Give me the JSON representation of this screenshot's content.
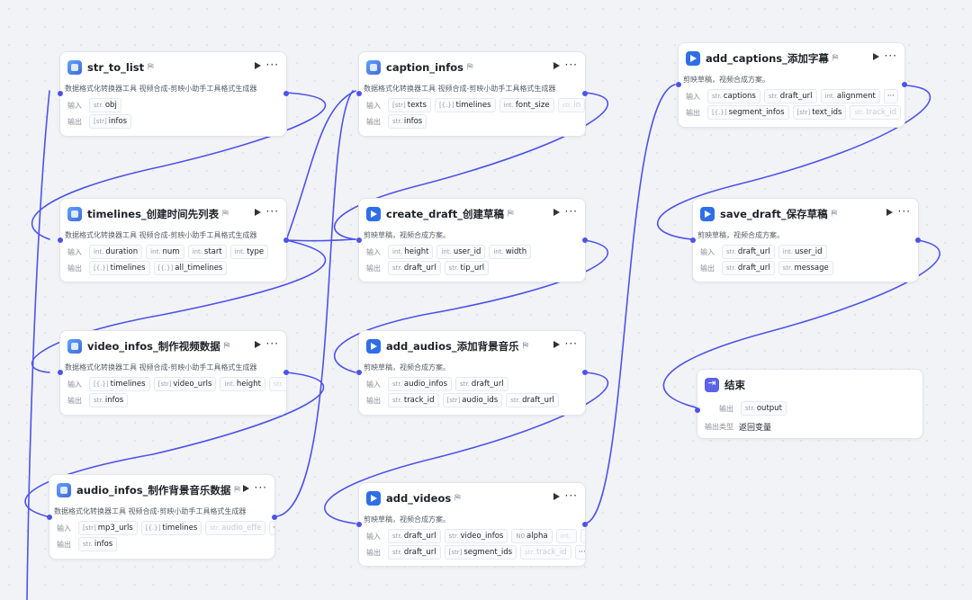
{
  "nodes": {
    "str_to_list": {
      "title": "str_to_list",
      "desc": "数据格式化转换器工具 视频合成-剪映小助手工具格式生成器",
      "in_label": "输入",
      "out_label": "输出",
      "inputs": [
        {
          "t": "str.",
          "n": "obj"
        }
      ],
      "outputs": [
        {
          "t": "[str]",
          "n": "infos"
        }
      ]
    },
    "timelines": {
      "title": "timelines_创建时间先列表",
      "desc": "数据格式化转换器工具 视频合成-剪映小助手工具格式生成器",
      "in_label": "输入",
      "out_label": "输出",
      "inputs": [
        {
          "t": "int.",
          "n": "duration"
        },
        {
          "t": "int.",
          "n": "num"
        },
        {
          "t": "int.",
          "n": "start"
        },
        {
          "t": "int.",
          "n": "type"
        }
      ],
      "outputs": [
        {
          "t": "[{.}]",
          "n": "timelines"
        },
        {
          "t": "[{.}]",
          "n": "all_timelines"
        }
      ]
    },
    "video_infos": {
      "title": "video_infos_制作视频数据",
      "desc": "数据格式化转换器工具 视频合成-剪映小助手工具格式生成器",
      "in_label": "输入",
      "out_label": "输出",
      "inputs": [
        {
          "t": "[{.}]",
          "n": "timelines"
        },
        {
          "t": "[str]",
          "n": "video_urls"
        },
        {
          "t": "int.",
          "n": "height"
        },
        {
          "t": "str.",
          "n": ""
        }
      ],
      "outputs": [
        {
          "t": "str.",
          "n": "infos"
        }
      ]
    },
    "audio_infos": {
      "title": "audio_infos_制作背景音乐数据",
      "desc": "数据格式化转换器工具 视频合成-剪映小助手工具格式生成器",
      "in_label": "输入",
      "out_label": "输出",
      "inputs": [
        {
          "t": "[str]",
          "n": "mp3_urls"
        },
        {
          "t": "[{.}]",
          "n": "timelines"
        },
        {
          "t": "str.",
          "n": "audio_effe"
        }
      ],
      "outputs": [
        {
          "t": "str.",
          "n": "infos"
        }
      ]
    },
    "caption_infos": {
      "title": "caption_infos",
      "desc": "数据格式化转换器工具 视频合成-剪映小助手工具格式生成器",
      "in_label": "输入",
      "out_label": "输出",
      "inputs": [
        {
          "t": "[str]",
          "n": "texts"
        },
        {
          "t": "[{.}]",
          "n": "timelines"
        },
        {
          "t": "int.",
          "n": "font_size"
        },
        {
          "t": "str.",
          "n": "in"
        }
      ],
      "outputs": [
        {
          "t": "str.",
          "n": "infos"
        }
      ]
    },
    "create_draft": {
      "title": "create_draft_创建草稿",
      "desc": "剪映草稿，视频合成方案。",
      "in_label": "输入",
      "out_label": "输出",
      "inputs": [
        {
          "t": "int.",
          "n": "height"
        },
        {
          "t": "int.",
          "n": "user_id"
        },
        {
          "t": "int.",
          "n": "width"
        }
      ],
      "outputs": [
        {
          "t": "str.",
          "n": "draft_url"
        },
        {
          "t": "str.",
          "n": "tip_url"
        }
      ]
    },
    "add_audios": {
      "title": "add_audios_添加背景音乐",
      "desc": "剪映草稿，视频合成方案。",
      "in_label": "输入",
      "out_label": "输出",
      "inputs": [
        {
          "t": "str.",
          "n": "audio_infos"
        },
        {
          "t": "str.",
          "n": "draft_url"
        }
      ],
      "outputs": [
        {
          "t": "str.",
          "n": "track_id"
        },
        {
          "t": "[str]",
          "n": "audio_ids"
        },
        {
          "t": "str.",
          "n": "draft_url"
        }
      ]
    },
    "add_videos": {
      "title": "add_videos",
      "desc": "剪映草稿，视频合成方案。",
      "in_label": "输入",
      "out_label": "输出",
      "inputs": [
        {
          "t": "str.",
          "n": "draft_url"
        },
        {
          "t": "str.",
          "n": "video_infos"
        },
        {
          "t": "N0",
          "n": "alpha"
        },
        {
          "t": "int.",
          "n": ""
        }
      ],
      "outputs": [
        {
          "t": "str.",
          "n": "draft_url"
        },
        {
          "t": "[str]",
          "n": "segment_ids"
        },
        {
          "t": "str.",
          "n": "track_id"
        }
      ]
    },
    "add_captions": {
      "title": "add_captions_添加字幕",
      "desc": "剪映草稿，视频合成方案。",
      "in_label": "输入",
      "out_label": "输出",
      "inputs": [
        {
          "t": "str.",
          "n": "captions"
        },
        {
          "t": "str.",
          "n": "draft_url"
        },
        {
          "t": "int.",
          "n": "alignment"
        }
      ],
      "outputs": [
        {
          "t": "[{.}]",
          "n": "segment_infos"
        },
        {
          "t": "[str]",
          "n": "text_ids"
        },
        {
          "t": "str.",
          "n": "track_id"
        }
      ]
    },
    "save_draft": {
      "title": "save_draft_保存草稿",
      "desc": "剪映草稿，视频合成方案。",
      "in_label": "输入",
      "out_label": "输出",
      "inputs": [
        {
          "t": "str.",
          "n": "draft_url"
        },
        {
          "t": "int.",
          "n": "user_id"
        }
      ],
      "outputs": [
        {
          "t": "str.",
          "n": "draft_url"
        },
        {
          "t": "str.",
          "n": "message"
        }
      ]
    },
    "end": {
      "title": "结束",
      "out_label": "输出",
      "output": {
        "t": "str.",
        "n": "output"
      },
      "out_type_label": "输出类型",
      "out_type_value": "返回变量"
    }
  },
  "colors": {
    "wire": "#4d53e8",
    "port": "#4d53e8",
    "canvas": "#f2f3f7"
  },
  "icons": {
    "plugin": "plugin-icon",
    "play": "play-icon",
    "more": "more-icon",
    "end": "end-icon",
    "flag": "flag-icon"
  }
}
